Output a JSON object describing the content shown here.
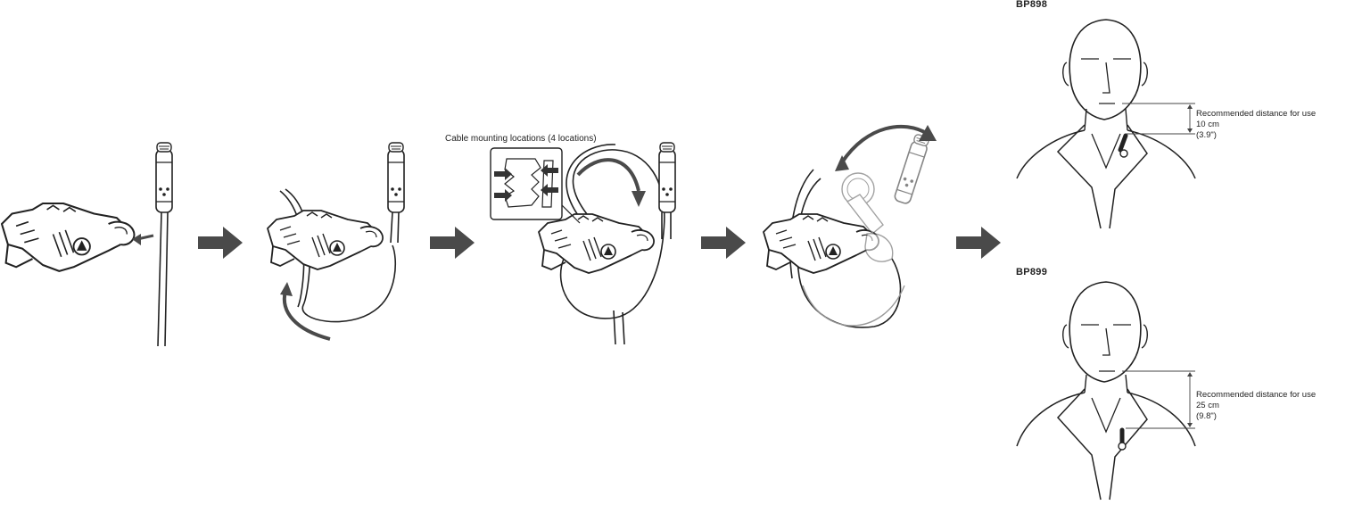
{
  "labels": {
    "cable_mounting": "Cable mounting locations (4 locations)",
    "bp898": "BP898",
    "bp899": "BP899",
    "recommended": "Recommended distance for use",
    "bp898_cm": "10 cm",
    "bp898_in": "(3.9\")",
    "bp899_cm": "25 cm",
    "bp899_in": "(9.8\")"
  },
  "colors": {
    "line": "#222222",
    "arrow": "#4a4a4a",
    "ghost": "#9a9a9a",
    "fill": "#ffffff"
  },
  "steps": [
    "step-1-detach-clip",
    "step-2-loop-cable",
    "step-3-mount-cable",
    "step-4-rotate-mic",
    "step-5-wear"
  ]
}
